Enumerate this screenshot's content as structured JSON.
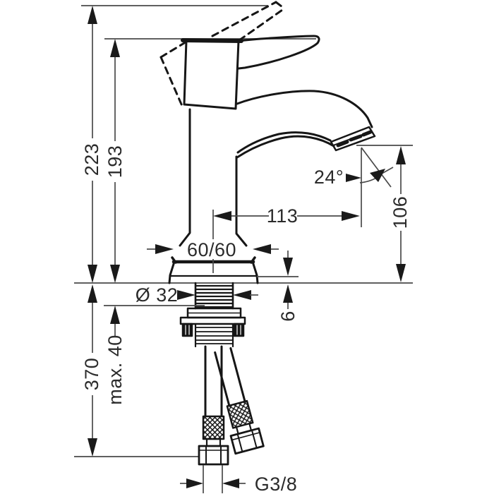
{
  "drawing": {
    "background": "#ffffff",
    "object_line_color": "#161616",
    "dimension_line_color": "#4a4a4a",
    "arrow_color": "#1a1a1a",
    "text_color": "#2b2b2b",
    "labels": {
      "height_overall_open": "223",
      "height_lever": "193",
      "hose_length": "370",
      "max_deck_thickness": "max. 40",
      "hole_diameter": "Ø 32",
      "base_plate": "60/60",
      "spout_reach": "113",
      "outlet_height": "106",
      "spout_angle": "24°",
      "base_plate_height": "6",
      "connection_thread": "G3/8"
    }
  }
}
